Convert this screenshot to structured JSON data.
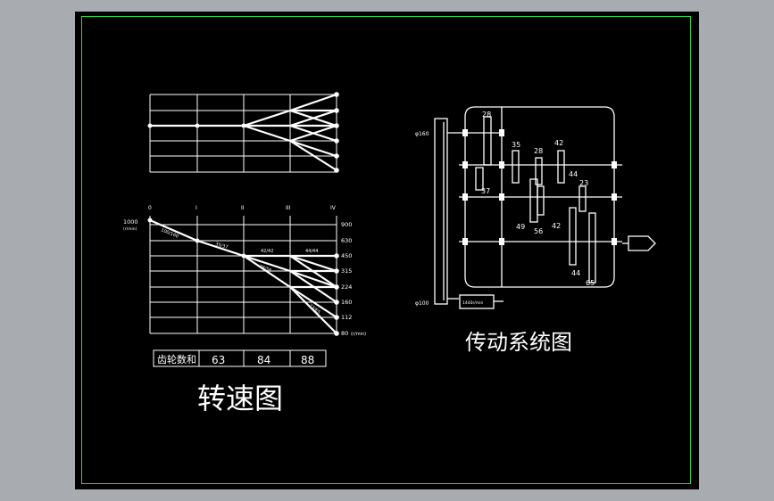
{
  "speed_chart": {
    "shaft_labels": [
      "0",
      "I",
      "II",
      "III",
      "IV"
    ],
    "speed_values": [
      "900",
      "630",
      "450",
      "315",
      "224",
      "160",
      "112",
      "80"
    ],
    "start_speed": "1000",
    "unit": "(r/min)",
    "ratio_labels": [
      "100/160",
      "35/37",
      "42/42",
      "44/44",
      "28/56",
      "23/65"
    ],
    "gear_sum_label": "齿轮数和",
    "gear_sums": [
      "63",
      "84",
      "88"
    ],
    "title": "转速图"
  },
  "transmission": {
    "pulley_top": "φ160",
    "pulley_bottom": "φ100",
    "motor_label": "1440r/min",
    "gear_numbers": [
      "28",
      "35",
      "28",
      "42",
      "37",
      "44",
      "23",
      "49",
      "56",
      "42",
      "44",
      "65"
    ],
    "title": "传动系统图"
  },
  "colors": {
    "background": "#000000",
    "frame": "#2fd24a",
    "lines": "#ffffff",
    "outer": "#a8acb1"
  }
}
